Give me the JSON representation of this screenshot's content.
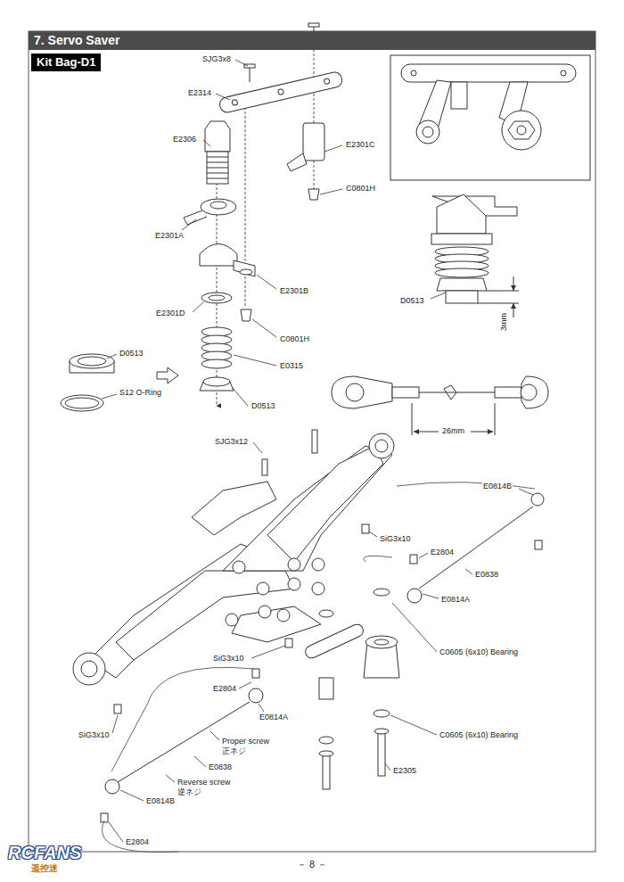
{
  "diagram": {
    "title": "7. Servo Saver",
    "nodes": [
      {
        "text": [
          "Kit Bag-D1"
        ]
      }
    ],
    "labels": [
      "SJG3x8",
      "E2314",
      "E2306",
      "E2301C",
      "C0801H",
      "E2301A",
      "E2301B",
      "E2301D",
      "C0801H",
      "D0513",
      "E0315",
      "S12 O-Ring",
      "D0513",
      "D0513",
      "3mm",
      "26mm",
      "SJG3x12",
      "E0814B",
      "SiG3x10",
      "E2804",
      "E0838",
      "E0814A",
      "C0605 (6x10) Bearing",
      "SiG3x10",
      "E2804",
      "E0814A",
      "Proper screw",
      "正ネジ",
      "E0838",
      "Reverse screw",
      "逆ネジ",
      "E0814B",
      "C0605 (6x10) Bearing",
      "SiG3x10",
      "E2305",
      "E2804",
      "－ 8 －",
      "RCFANS",
      "遥控迷"
    ]
  }
}
